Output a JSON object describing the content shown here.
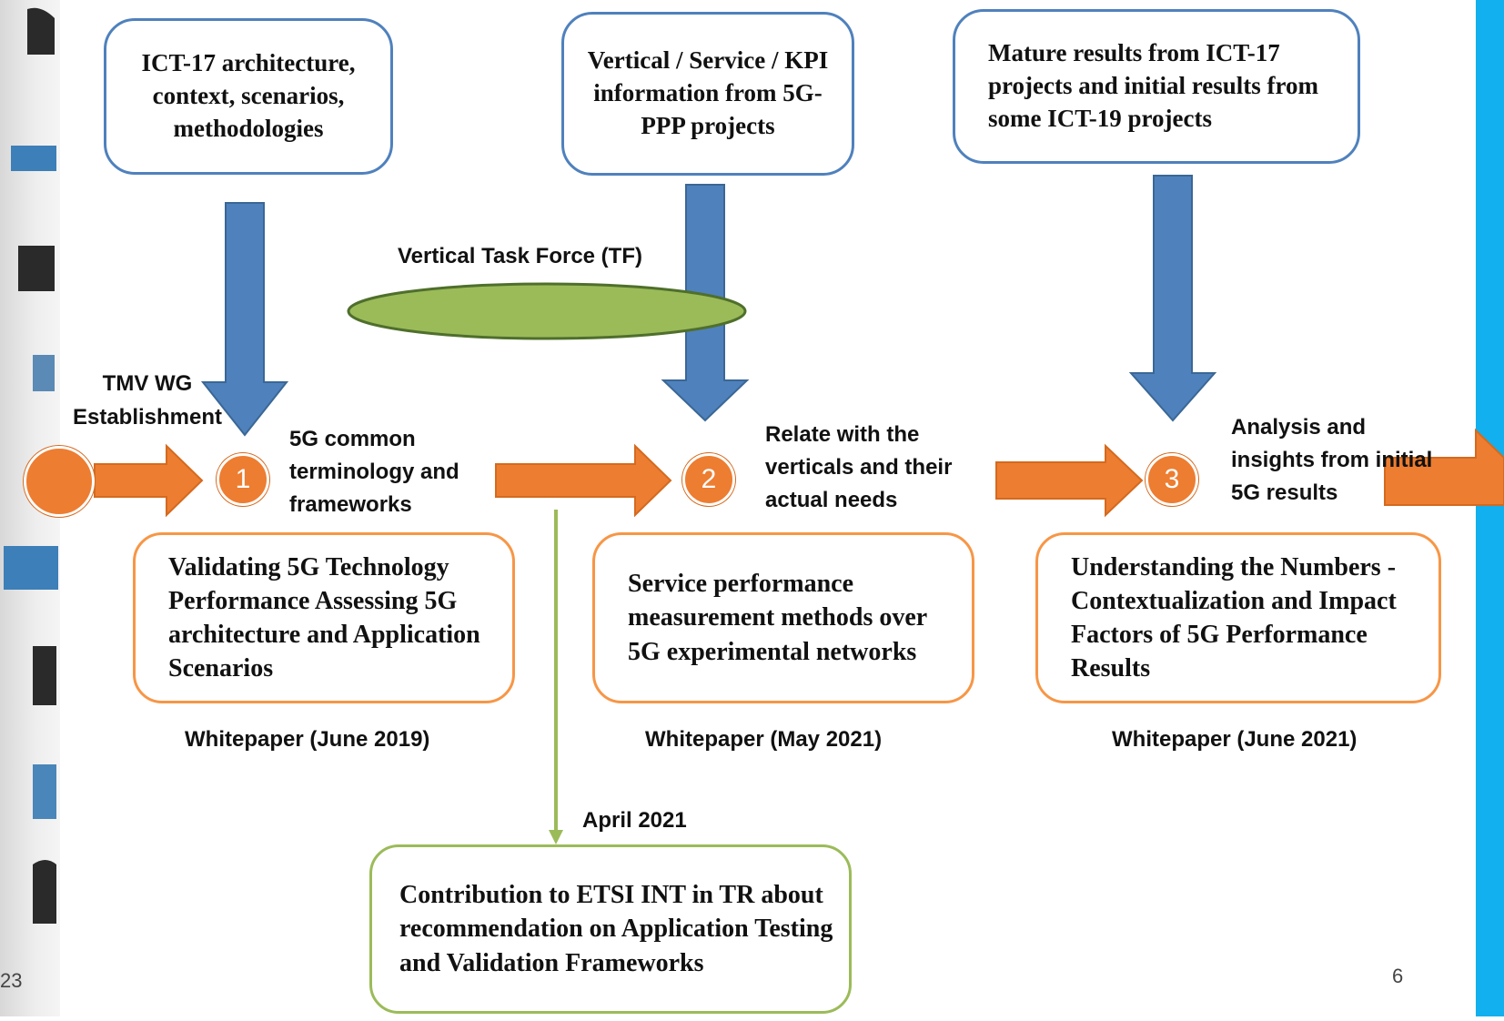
{
  "top_boxes": {
    "b1": "ICT-17 architecture, context, scenarios, methodologies",
    "b2": "Vertical / Service / KPI information from 5G-PPP projects",
    "b3": "Mature results from ICT-17 projects and initial results from some ICT-19 projects"
  },
  "task_force": {
    "label": "Vertical Task Force (TF)"
  },
  "start": {
    "label": "TMV WG Establishment"
  },
  "steps": [
    {
      "number": "1",
      "label": "5G common terminology and frameworks",
      "box": "Validating 5G Technology Performance Assessing 5G architecture and Application Scenarios",
      "whitepaper": "Whitepaper (June 2019)"
    },
    {
      "number": "2",
      "label": "Relate with the verticals and their actual needs",
      "box": "Service performance measurement methods over 5G experimental networks",
      "whitepaper": "Whitepaper (May 2021)"
    },
    {
      "number": "3",
      "label": "Analysis and insights from initial 5G results",
      "box": "Understanding the Numbers - Contextualization and Impact Factors of 5G Performance Results",
      "whitepaper": "Whitepaper (June 2021)"
    }
  ],
  "branch": {
    "date": "April 2021",
    "box": "Contribution to ETSI INT in TR about recommendation on Application Testing and Validation Frameworks"
  },
  "footer": {
    "left": "23",
    "page": "6"
  },
  "colors": {
    "blue": "#4f81bd",
    "orange": "#ed7d31",
    "green": "#9bbb59",
    "cyan": "#12b0ee"
  }
}
